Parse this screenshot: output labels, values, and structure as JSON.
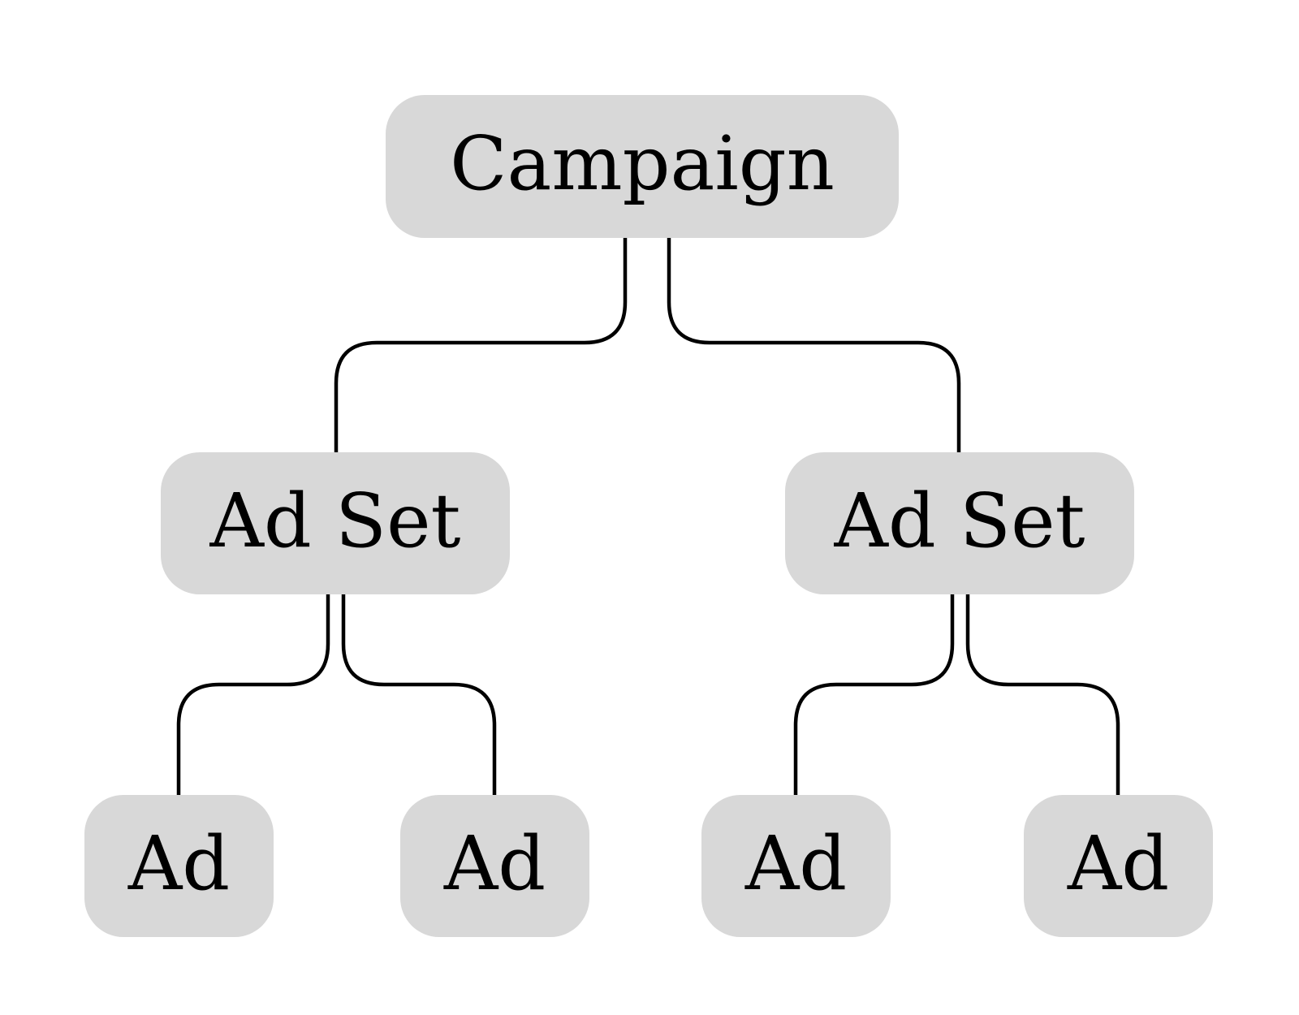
{
  "diagram": {
    "type": "tree",
    "orientation": "top-down",
    "background_color": "#ffffff",
    "node_fill_color": "#d8d8d8",
    "node_text_color": "#000000",
    "edge_color": "#000000",
    "nodes": {
      "campaign": {
        "label": "Campaign",
        "level": "root"
      },
      "adset_left": {
        "label": "Ad Set",
        "level": "middle"
      },
      "adset_right": {
        "label": "Ad Set",
        "level": "middle"
      },
      "ad_1": {
        "label": "Ad",
        "level": "leaf"
      },
      "ad_2": {
        "label": "Ad",
        "level": "leaf"
      },
      "ad_3": {
        "label": "Ad",
        "level": "leaf"
      },
      "ad_4": {
        "label": "Ad",
        "level": "leaf"
      }
    },
    "hierarchy": {
      "campaign": [
        "adset_left",
        "adset_right"
      ],
      "adset_left": [
        "ad_1",
        "ad_2"
      ],
      "adset_right": [
        "ad_3",
        "ad_4"
      ]
    }
  }
}
